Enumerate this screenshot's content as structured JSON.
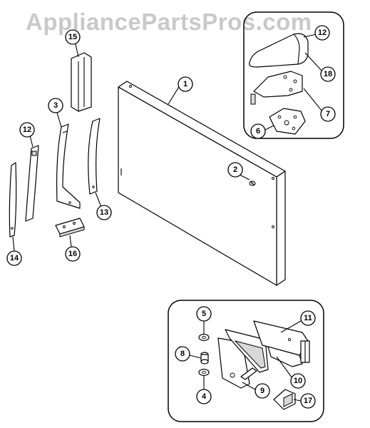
{
  "watermark": "AppliancePartsPros.com",
  "callouts": [
    {
      "id": "c1",
      "label": "1"
    },
    {
      "id": "c2",
      "label": "2"
    },
    {
      "id": "c3",
      "label": "3"
    },
    {
      "id": "c4",
      "label": "4"
    },
    {
      "id": "c5",
      "label": "5"
    },
    {
      "id": "c6",
      "label": "6"
    },
    {
      "id": "c7",
      "label": "7"
    },
    {
      "id": "c8",
      "label": "8"
    },
    {
      "id": "c9",
      "label": "9"
    },
    {
      "id": "c10",
      "label": "10"
    },
    {
      "id": "c11",
      "label": "11"
    },
    {
      "id": "c12a",
      "label": "12"
    },
    {
      "id": "c12b",
      "label": "12"
    },
    {
      "id": "c13",
      "label": "13"
    },
    {
      "id": "c14",
      "label": "14"
    },
    {
      "id": "c15",
      "label": "15"
    },
    {
      "id": "c16",
      "label": "16"
    },
    {
      "id": "c17",
      "label": "17"
    },
    {
      "id": "c18",
      "label": "18"
    }
  ]
}
